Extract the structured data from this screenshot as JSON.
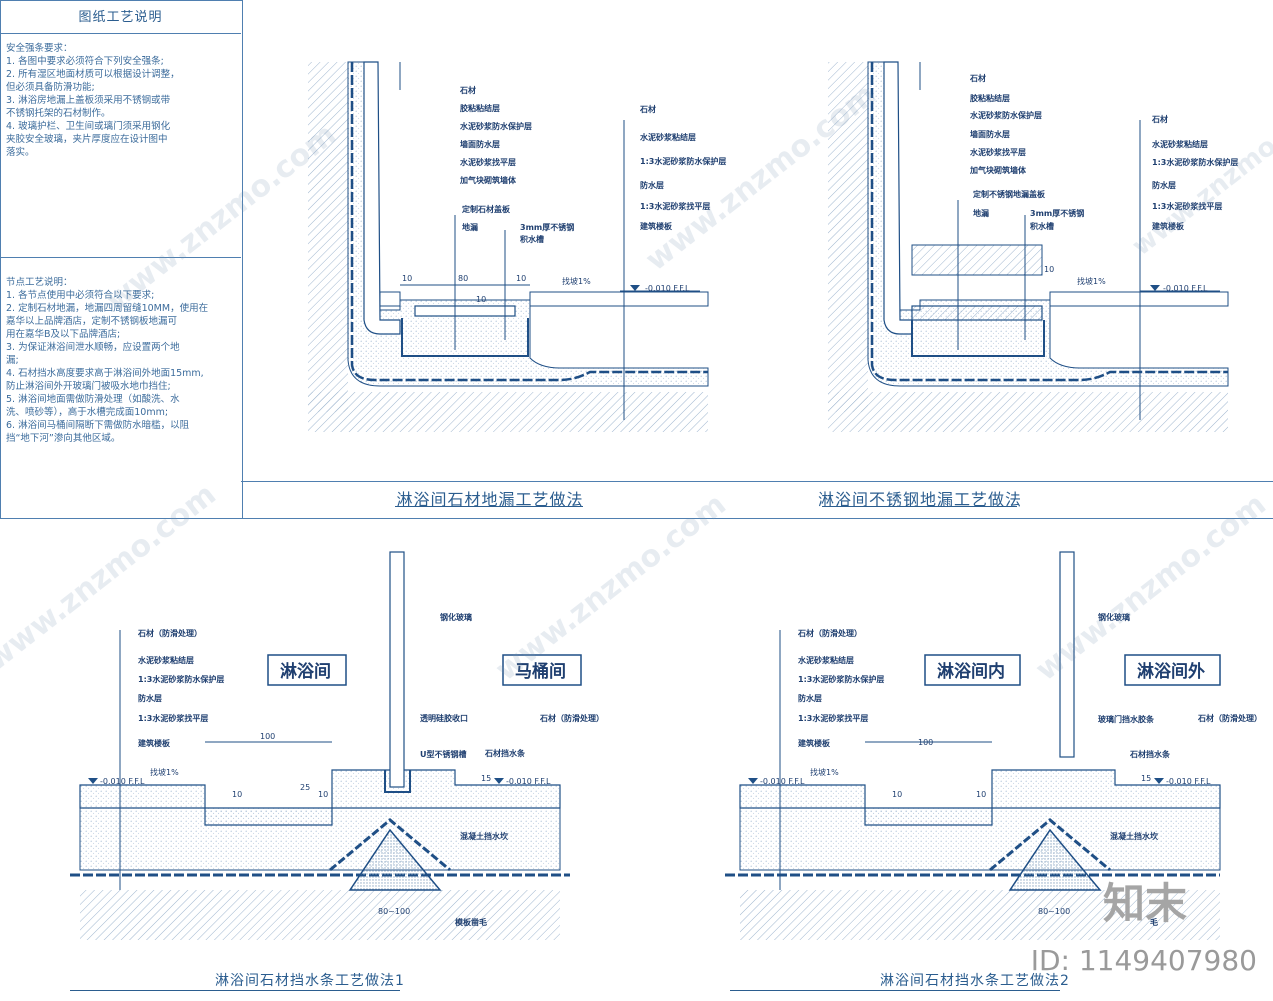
{
  "notes": {
    "header": "图纸工艺说明",
    "safety_title": "安全强条要求：",
    "safety_items": [
      "1.  各图中要求必须符合下列安全强条;",
      "2.  所有湿区地面材质可以根据设计调整，",
      "     但必须具备防滑功能;",
      "3.  淋浴房地漏上盖板须采用不锈钢或带",
      "     不锈钢托架的石材制作。",
      "4.  玻璃护栏、卫生间或璃门须采用钢化",
      "     夹胶安全玻璃，夹片厚度应在设计图中",
      "     落实。"
    ],
    "node_title": "节点工艺说明：",
    "node_items": [
      "1.  各节点使用中必须符合以下要求;",
      "2.  定制石材地漏，地漏四周留缝10MM，使用在",
      "     嘉华以上品牌酒店，定制不锈钢板地漏可",
      "     用在嘉华B及以下品牌酒店;",
      "3.  为保证淋浴间泄水顺畅，应设置两个地",
      "     漏;",
      "4.  石材挡水高度要求高于淋浴间外地面15mm,",
      "     防止淋浴间外开玻璃门被吸水地巾挡住;",
      "5.  淋浴间地面需做防滑处理（如酸洗、水",
      "     洗、喷砂等），高于水槽完成面10mm;",
      "6.  淋浴间马桶间隔断下需做防水暗槛，以阻",
      "     挡“地下河”渗向其他区域。"
    ]
  },
  "drawing1": {
    "title": "淋浴间石材地漏工艺做法",
    "wall_labels": [
      "石材",
      "胶粘粘结层",
      "水泥砂浆防水保护层",
      "墙面防水层",
      "水泥砂浆找平层",
      "加气块砌筑墙体"
    ],
    "floor_labels": [
      "石材",
      "水泥砂浆粘结层",
      "1:3水泥砂浆防水保护层",
      "防水层",
      "1:3水泥砂浆找平层",
      "建筑楼板"
    ],
    "drain_labels": [
      "定制石材盖板",
      "地漏",
      "3mm厚不锈钢",
      "积水槽"
    ],
    "dims": [
      "10",
      "80",
      "10",
      "10"
    ],
    "slope": "找坡1%",
    "level": "-0.010 F.F.L"
  },
  "drawing2": {
    "title": "淋浴间不锈钢地漏工艺做法",
    "wall_labels": [
      "石材",
      "胶粘粘结层",
      "水泥砂浆防水保护层",
      "墙面防水层",
      "水泥砂浆找平层",
      "加气块砌筑墙体"
    ],
    "floor_labels": [
      "石材",
      "水泥砂浆粘结层",
      "1:3水泥砂浆防水保护层",
      "防水层",
      "1:3水泥砂浆找平层",
      "建筑楼板"
    ],
    "drain_labels": [
      "定制不锈钢地漏盖板",
      "地漏",
      "3mm厚不锈钢",
      "积水槽"
    ],
    "dims": [
      "10"
    ],
    "slope": "找坡1%",
    "level": "-0.010 F.F.L"
  },
  "drawing3": {
    "title": "淋浴间石材挡水条工艺做法1",
    "room_left": "淋浴间",
    "room_right": "马桶间",
    "left_labels": [
      "石材（防滑处理）",
      "水泥砂浆粘结层",
      "1:3水泥砂浆防水保护层",
      "防水层",
      "1:3水泥砂浆找平层",
      "建筑楼板"
    ],
    "right_labels": [
      "钢化玻璃",
      "透明硅胶收口",
      "U型不锈钢槽",
      "石材（防滑处理）",
      "石材挡水条",
      "混凝土挡水坎",
      "模板凿毛"
    ],
    "dims": [
      "100",
      "10",
      "25",
      "10",
      "15",
      "80~100"
    ],
    "slope": "找坡1%",
    "level": "-0.010 F.F.L"
  },
  "drawing4": {
    "title": "淋浴间石材挡水条工艺做法2",
    "room_left": "淋浴间内",
    "room_right": "淋浴间外",
    "left_labels": [
      "石材（防滑处理）",
      "水泥砂浆粘结层",
      "1:3水泥砂浆防水保护层",
      "防水层",
      "1:3水泥砂浆找平层",
      "建筑楼板"
    ],
    "right_labels": [
      "钢化玻璃",
      "玻璃门挡水胶条",
      "石材（防滑处理）",
      "石材挡水条",
      "混凝土挡水坎",
      "毛"
    ],
    "dims": [
      "100",
      "10",
      "10",
      "15",
      "80~100"
    ],
    "slope": "找坡1%",
    "level": "-0.010 F.F.L"
  },
  "watermark": "www.znzmo.com",
  "logo": "知末",
  "id_tag": "ID: 1149407980",
  "colors": {
    "line": "#1f4f86",
    "text": "#2b5d8f",
    "hatch": "#8fa9c4"
  }
}
